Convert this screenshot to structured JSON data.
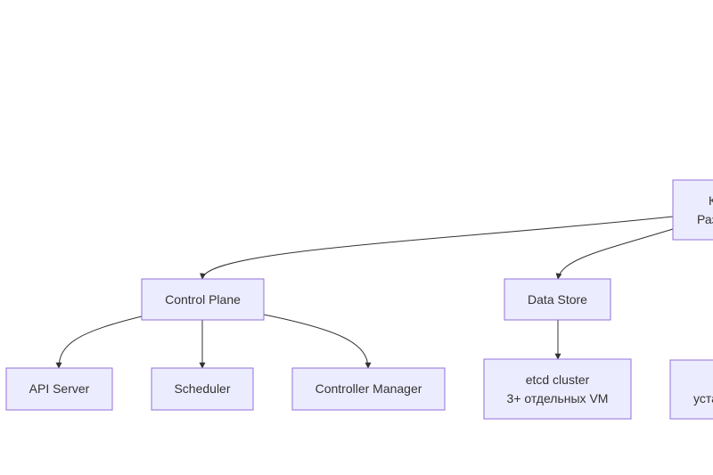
{
  "colors": {
    "node_fill": "#ECECFF",
    "node_stroke": "#9370DB",
    "edge": "#333333"
  },
  "nodes": {
    "root": {
      "line1": "К",
      "line2": "Раз"
    },
    "control_plane": {
      "label": "Control Plane"
    },
    "data_store": {
      "label": "Data Store"
    },
    "api_server": {
      "label": "API Server"
    },
    "scheduler": {
      "label": "Scheduler"
    },
    "controller_manager": {
      "label": "Controller Manager"
    },
    "etcd": {
      "line1": "etcd cluster",
      "line2": "3+ отдельных VM"
    },
    "partial_right": {
      "line1": "уста"
    }
  },
  "edges": [
    {
      "from": "root",
      "to": "control_plane"
    },
    {
      "from": "root",
      "to": "data_store"
    },
    {
      "from": "control_plane",
      "to": "api_server"
    },
    {
      "from": "control_plane",
      "to": "scheduler"
    },
    {
      "from": "control_plane",
      "to": "controller_manager"
    },
    {
      "from": "data_store",
      "to": "etcd"
    }
  ]
}
